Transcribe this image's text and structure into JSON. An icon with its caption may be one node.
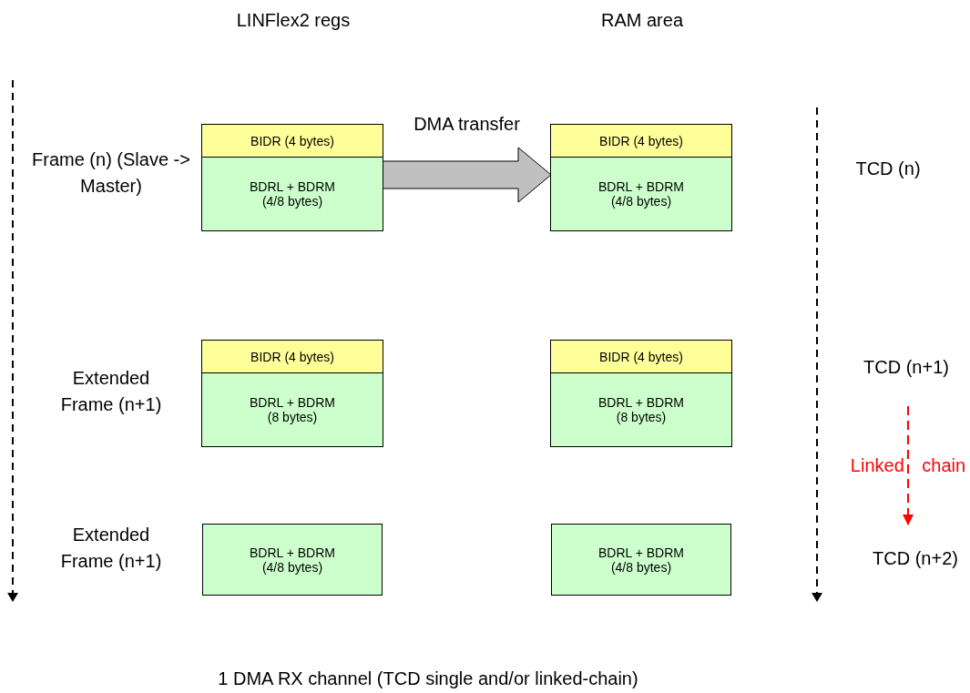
{
  "diagram": {
    "caption": "1 DMA RX channel (TCD single and/or linked-chain)",
    "nodes": [
      {
        "text": [],
        "shape": "box"
      },
      {
        "text": [
          "BIDR (4 bytes)"
        ],
        "in": 0
      },
      {
        "text": [
          "BDRL + BDRM (4/8 bytes)"
        ],
        "in": 0
      },
      {
        "text": [],
        "shape": "box"
      },
      {
        "text": [
          "BIDR (4 bytes)"
        ],
        "in": 3
      },
      {
        "text": [
          "BDRL + BDRM (4/8 bytes)"
        ],
        "in": 3
      },
      {
        "text": [],
        "shape": "box"
      },
      {
        "text": [
          "BIDR (4 bytes)"
        ],
        "in": 6
      },
      {
        "text": [
          "BDRL + BDRM (8 bytes)"
        ],
        "in": 6
      },
      {
        "text": [],
        "shape": "box"
      },
      {
        "text": [
          "BIDR (4 bytes)"
        ],
        "in": 9
      },
      {
        "text": [
          "BDRL + BDRM (8 bytes)"
        ],
        "in": 9
      },
      {
        "text": [
          "TCD (n+1)"
        ]
      },
      {
        "text": [
          "BDRL + BDRM (4/8 bytes)"
        ]
      },
      {
        "text": [
          "BDRL + BDRM (4/8 bytes)"
        ]
      },
      {
        "text": [
          "TCD (n+2)"
        ]
      }
    ],
    "edges": [
      {
        "from": 0,
        "to": 3,
        "arrow": "to",
        "style": "thick",
        "label": "DMA transfer"
      },
      {
        "from": 12,
        "to": 15,
        "arrow": "to",
        "style": "dashed",
        "color": "#ff0000",
        "label": "Linked chain"
      }
    ],
    "labels": [
      "LINFlex2 regs",
      "RAM area",
      "Frame (n) (Slave -> Master)",
      "TCD (n)",
      "Extended Frame (n+1)",
      "Extended Frame (n+1)"
    ]
  }
}
